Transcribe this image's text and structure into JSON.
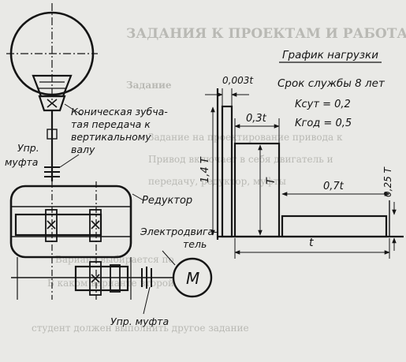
{
  "background_text": {
    "heading": "ЗАДАНИЯ К ПРОЕКТАМ И РАБОТАМ",
    "subheading": "Задание",
    "lines": [
      "Задание на проектирование привода к",
      "Привод включает в себя двигатель и",
      "передачу, редуктор, муфты",
      "Вариант выбирается по",
      "В каком варианте второй",
      "студент должен выполнить другое задание"
    ]
  },
  "labels": {
    "bevel_gear": [
      "Коническая зубча-",
      "тая передача к",
      "вертикальному",
      "валу"
    ],
    "coupling_top": [
      "Упр.",
      "муфта"
    ],
    "gearbox": "Редуктор",
    "motor": [
      "Электродвига-",
      "тель"
    ],
    "motor_symbol": "М",
    "coupling_bottom": "Упр. муфта"
  },
  "load_chart": {
    "title": "График нагрузки",
    "service_life": "Срок службы 8 лет",
    "k_day": "Kсут = 0,2",
    "k_year": "Kгод = 0,5",
    "dim_start": "0,003t",
    "dim_peak_duration": "0,3t",
    "dim_low_duration": "0,7t",
    "dim_total": "t",
    "dim_peak_torque": "1,4 T",
    "dim_nominal_torque": "T",
    "dim_low_torque": "0,25 T"
  },
  "chart_data": {
    "type": "step",
    "title": "График нагрузки",
    "xlabel": "t",
    "ylabel": "T",
    "segments": [
      {
        "duration": "0,003t",
        "torque": "1,4 T"
      },
      {
        "duration": "0,3t",
        "torque": "T"
      },
      {
        "duration": "0,7t",
        "torque": "0,25 T"
      }
    ],
    "annotations": [
      "Срок службы 8 лет",
      "Kсут = 0,2",
      "Kгод = 0,5"
    ]
  }
}
